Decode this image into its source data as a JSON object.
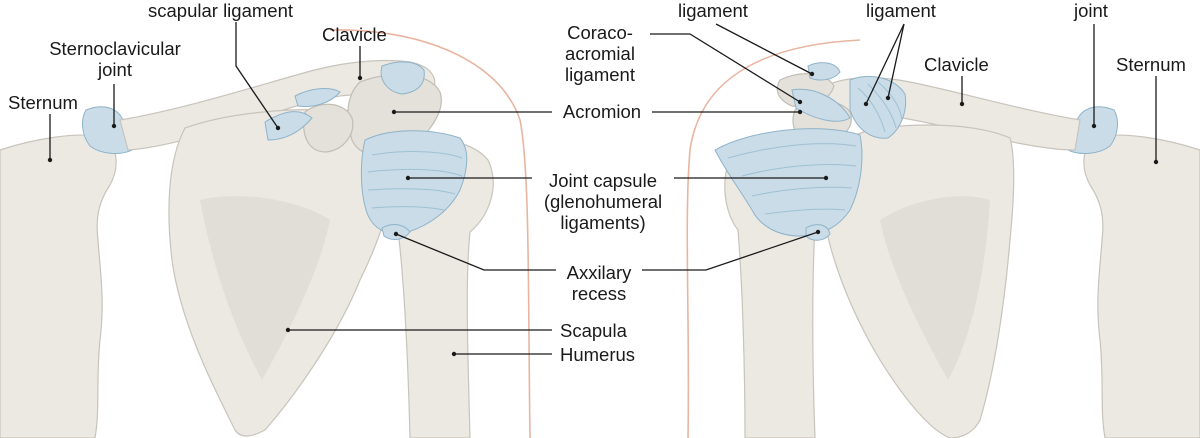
{
  "labels": {
    "coracoclavicular_left": "scapular ligament",
    "clavicle_left": "Clavicle",
    "sternoclavicular_left": "Sternoclavicular\njoint",
    "sternum_left": "Sternum",
    "ligament_center_a": "ligament",
    "ligament_center_b": "ligament",
    "joint_right": "joint",
    "coracoacromial": "Coraco-\nacromial\nligament",
    "clavicle_right": "Clavicle",
    "sternum_right": "Sternum",
    "acromion": "Acromion",
    "joint_capsule": "Joint capsule\n(glenohumeral\nligaments)",
    "axillary_recess": "Axxilary\nrecess",
    "scapula": "Scapula",
    "humerus": "Humerus"
  },
  "colors": {
    "bone": "#ece9e3",
    "ligament": "#c9dce8",
    "skin_outline": "#e8b5a0",
    "leader_line": "#1a1a1a"
  }
}
